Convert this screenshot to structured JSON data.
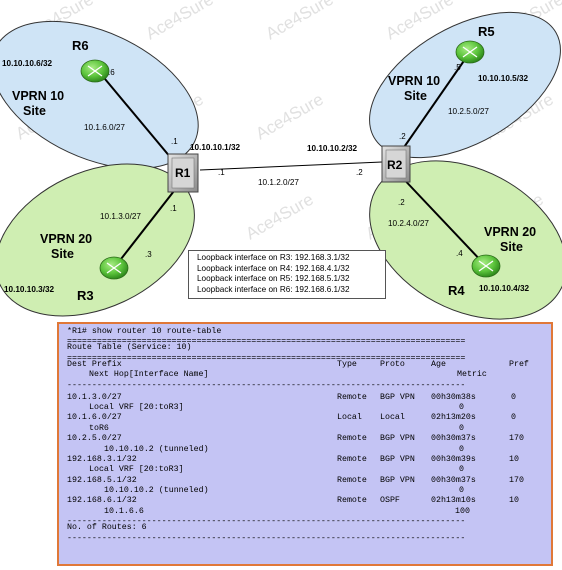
{
  "sites": [
    {
      "name": "VPRN 10",
      "sub": "Site"
    },
    {
      "name": "VPRN 20",
      "sub": "Site"
    },
    {
      "name": "VPRN 10",
      "sub": "Site"
    },
    {
      "name": "VPRN 20",
      "sub": "Site"
    }
  ],
  "routers": {
    "r1": "R1",
    "r2": "R2",
    "r3": "R3",
    "r4": "R4",
    "r5": "R5",
    "r6": "R6"
  },
  "addresses": {
    "r1_sys": "10.10.10.1/32",
    "r2_sys": "10.10.10.2/32",
    "r3_sys": "10.10.10.3/32",
    "r4_sys": "10.10.10.4/32",
    "r5_sys": "10.10.10.5/32",
    "r6_sys": "10.10.10.6/32"
  },
  "links": {
    "r1_r6_subnet": "10.1.6.0/27",
    "r1_r3_subnet": "10.1.3.0/27",
    "r1_r2_subnet": "10.1.2.0/27",
    "r2_r5_subnet": "10.2.5.0/27",
    "r2_r4_subnet": "10.2.4.0/27"
  },
  "interface_ids": {
    "r6": ".6",
    "r1_to_r6": ".1",
    "r1_to_r3": ".1",
    "r3": ".3",
    "r1_to_r2": ".1",
    "r2_to_r1": ".2",
    "r2_to_r5": ".2",
    "r5": ".5",
    "r2_to_r4": ".2",
    "r4": ".4"
  },
  "loopbacks": [
    "Loopback interface on R3: 192.168.3.1/32",
    "Loopback interface on R4: 192.168.4.1/32",
    "Loopback interface on R5: 192.168.5.1/32",
    "Loopback interface on R6: 192.168.6.1/32"
  ],
  "watermark": "Ace4Sure",
  "colors": {
    "site_fill_blue": "#cfe4f6",
    "site_fill_green": "#cfeeb2",
    "router_green": "#5cc43c",
    "router_grey": "#b9b9b9",
    "console_bg": "#c4c4f4",
    "console_border": "#e07838"
  },
  "console": {
    "command": "*R1# show router 10 route-table",
    "title": "Route Table (Service: 10)",
    "headers": {
      "dest": "Dest Prefix",
      "nexthop": "Next Hop[Interface Name]",
      "type": "Type",
      "proto": "Proto",
      "age": "Age",
      "metric": "Metric",
      "pref": "Pref"
    },
    "routes": [
      {
        "prefix": "10.1.3.0/27",
        "type": "Remote",
        "proto": "BGP VPN",
        "age": "00h30m38s",
        "pref": "0",
        "nexthop": "Local VRF [20:toR3]",
        "metric": "0"
      },
      {
        "prefix": "10.1.6.0/27",
        "type": "Local",
        "proto": "Local",
        "age": "02h13m20s",
        "pref": "0",
        "nexthop": "toR6",
        "metric": "0"
      },
      {
        "prefix": "10.2.5.0/27",
        "type": "Remote",
        "proto": "BGP VPN",
        "age": "00h30m37s",
        "pref": "170",
        "nexthop": "10.10.10.2 (tunneled)",
        "metric": "0"
      },
      {
        "prefix": "192.168.3.1/32",
        "type": "Remote",
        "proto": "BGP VPN",
        "age": "00h30m39s",
        "pref": "10",
        "nexthop": "Local VRF [20:toR3]",
        "metric": "0"
      },
      {
        "prefix": "192.168.5.1/32",
        "type": "Remote",
        "proto": "BGP VPN",
        "age": "00h30m37s",
        "pref": "170",
        "nexthop": "10.10.10.2 (tunneled)",
        "metric": "0"
      },
      {
        "prefix": "192.168.6.1/32",
        "type": "Remote",
        "proto": "OSPF",
        "age": "02h13m10s",
        "pref": "10",
        "nexthop": "10.1.6.6",
        "metric": "100"
      }
    ],
    "footer": "No. of Routes: 6"
  }
}
